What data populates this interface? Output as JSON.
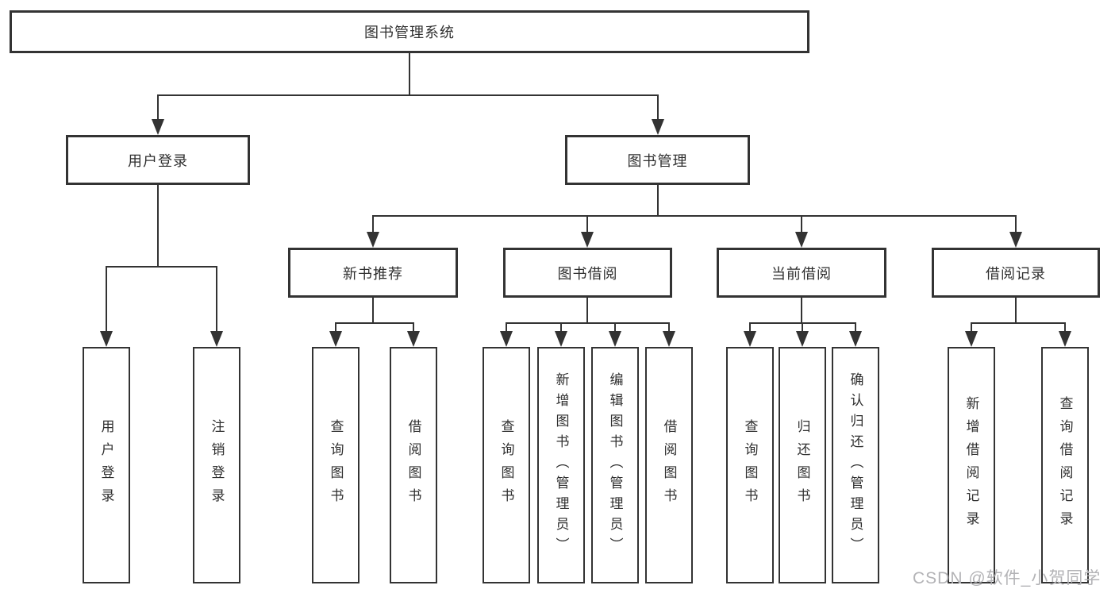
{
  "nodes": {
    "root": "图书管理系统",
    "user_login": "用户登录",
    "book_mgmt": "图书管理",
    "new_book_rec": "新书推荐",
    "book_borrow": "图书借阅",
    "current_borrow": "当前借阅",
    "borrow_record": "借阅记录",
    "leaf_user_login": "用户登录",
    "leaf_logout": "注销登录",
    "leaf_query_book_a": "查询图书",
    "leaf_borrow_book_a": "借阅图书",
    "leaf_query_book_b": "查询图书",
    "leaf_add_book": "新增图书（管理员）",
    "leaf_edit_book": "编辑图书（管理员）",
    "leaf_borrow_book_b": "借阅图书",
    "leaf_query_book_c": "查询图书",
    "leaf_return_book": "归还图书",
    "leaf_confirm_return": "确认归还（管理员）",
    "leaf_add_record": "新增借阅记录",
    "leaf_query_record": "查询借阅记录"
  },
  "tree": {
    "图书管理系统": {
      "用户登录": [
        "用户登录",
        "注销登录"
      ],
      "图书管理": {
        "新书推荐": [
          "查询图书",
          "借阅图书"
        ],
        "图书借阅": [
          "查询图书",
          "新增图书（管理员）",
          "编辑图书（管理员）",
          "借阅图书"
        ],
        "当前借阅": [
          "查询图书",
          "归还图书",
          "确认归还（管理员）"
        ],
        "借阅记录": [
          "新增借阅记录",
          "查询借阅记录"
        ]
      }
    }
  },
  "watermark": {
    "text": "CSDN @软件_小贺同学"
  },
  "colors": {
    "line": "#333333",
    "border": "#333333",
    "text": "#2f2f2f",
    "watermark": "#b3b3b6",
    "background": "#ffffff"
  }
}
